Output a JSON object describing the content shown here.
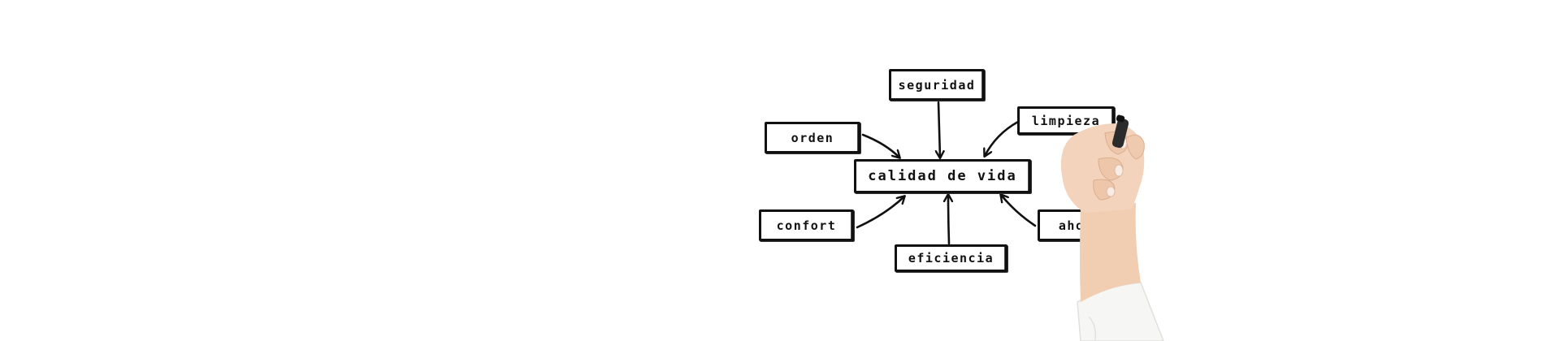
{
  "diagram": {
    "center": "calidad de vida",
    "nodes": {
      "seguridad": "seguridad",
      "orden": "orden",
      "limpieza": "limpieza",
      "confort": "confort",
      "eficiencia": "eficiencia",
      "ahorro": "ahorro"
    }
  },
  "colors": {
    "ink": "#111111",
    "skin": "#f1cdb2",
    "sleeve": "#f6f6f4",
    "background": "#ffffff"
  }
}
